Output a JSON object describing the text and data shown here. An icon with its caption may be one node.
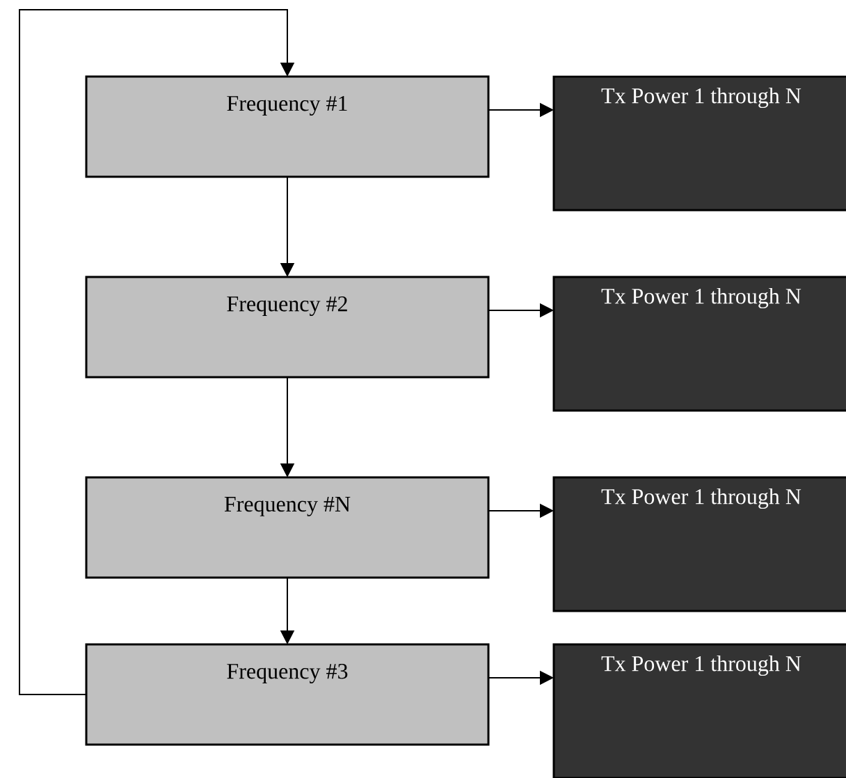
{
  "diagram": {
    "nodes": [
      {
        "text": [
          "Frequency #1"
        ]
      },
      {
        "text": [
          "Frequency #2"
        ]
      },
      {
        "text": [
          "Frequency #N"
        ]
      },
      {
        "text": [
          "Frequency #3"
        ]
      },
      {
        "text": [
          "Tx Power 1 through N"
        ]
      },
      {
        "text": [
          "Tx Power 1 through N"
        ]
      },
      {
        "text": [
          "Tx Power 1 through N"
        ]
      },
      {
        "text": [
          "Tx Power 1 through N"
        ]
      }
    ],
    "edges": [
      {
        "from": 0,
        "to": 1,
        "arrow": "to"
      },
      {
        "from": 1,
        "to": 2,
        "arrow": "to"
      },
      {
        "from": 2,
        "to": 3,
        "arrow": "to"
      },
      {
        "from": 3,
        "to": 0,
        "arrow": "to"
      },
      {
        "from": 0,
        "to": 4,
        "arrow": "to"
      },
      {
        "from": 1,
        "to": 5,
        "arrow": "to"
      },
      {
        "from": 2,
        "to": 6,
        "arrow": "to"
      },
      {
        "from": 3,
        "to": 7,
        "arrow": "to"
      }
    ]
  }
}
